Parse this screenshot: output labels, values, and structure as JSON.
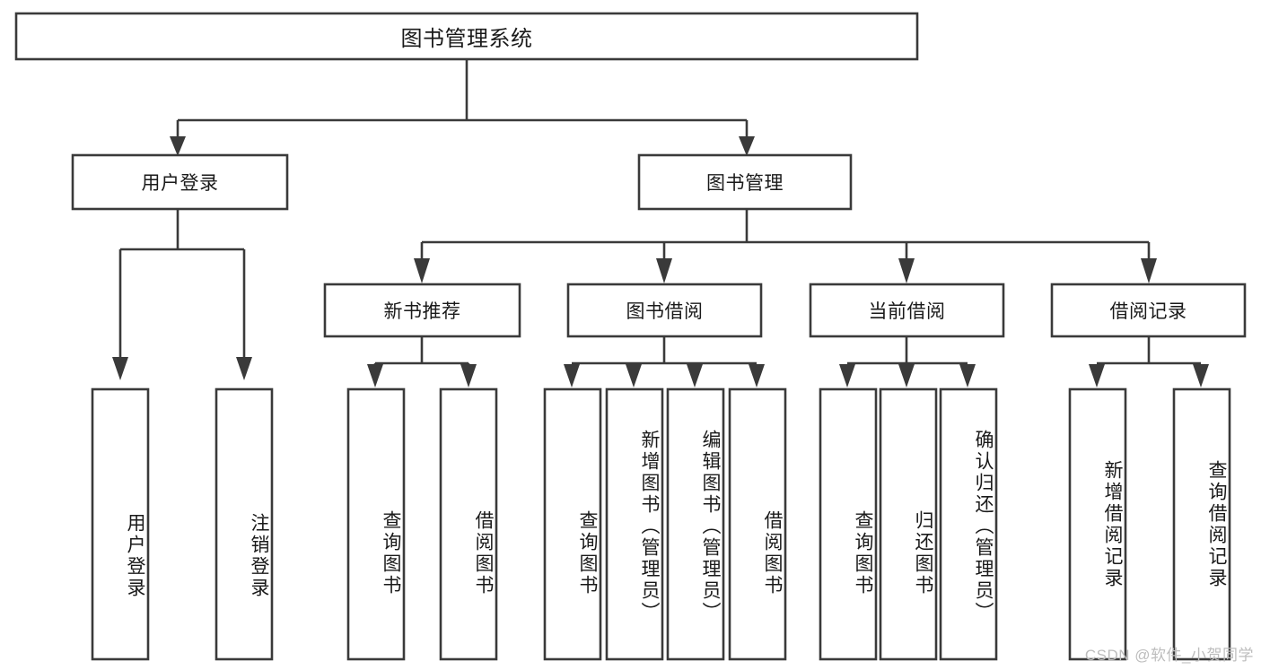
{
  "chart_data": {
    "type": "diagram",
    "diagram_kind": "hierarchy-tree",
    "title": "图书管理系统",
    "orientation": "top-down",
    "levels": 4,
    "nodes": [
      {
        "id": "root",
        "label": "图书管理系统",
        "level": 0,
        "text_direction": "horizontal"
      },
      {
        "id": "login",
        "label": "用户登录",
        "level": 1,
        "text_direction": "horizontal"
      },
      {
        "id": "bookmgmt",
        "label": "图书管理",
        "level": 1,
        "text_direction": "horizontal"
      },
      {
        "id": "newbook",
        "label": "新书推荐",
        "level": 2,
        "text_direction": "horizontal"
      },
      {
        "id": "borrow",
        "label": "图书借阅",
        "level": 2,
        "text_direction": "horizontal"
      },
      {
        "id": "current",
        "label": "当前借阅",
        "level": 2,
        "text_direction": "horizontal"
      },
      {
        "id": "records",
        "label": "借阅记录",
        "level": 2,
        "text_direction": "horizontal"
      },
      {
        "id": "leaf1",
        "label": "用户登录",
        "level": 3,
        "text_direction": "vertical"
      },
      {
        "id": "leaf2",
        "label": "注销登录",
        "level": 3,
        "text_direction": "vertical"
      },
      {
        "id": "leaf3",
        "label": "查询图书",
        "level": 3,
        "text_direction": "vertical"
      },
      {
        "id": "leaf4",
        "label": "借阅图书",
        "level": 3,
        "text_direction": "vertical"
      },
      {
        "id": "leaf5",
        "label": "查询图书",
        "level": 3,
        "text_direction": "vertical"
      },
      {
        "id": "leaf6",
        "label": "新增图书（管理员）",
        "level": 3,
        "text_direction": "vertical"
      },
      {
        "id": "leaf7",
        "label": "编辑图书（管理员）",
        "level": 3,
        "text_direction": "vertical"
      },
      {
        "id": "leaf8",
        "label": "借阅图书",
        "level": 3,
        "text_direction": "vertical"
      },
      {
        "id": "leaf9",
        "label": "查询图书",
        "level": 3,
        "text_direction": "vertical"
      },
      {
        "id": "leaf10",
        "label": "归还图书",
        "level": 3,
        "text_direction": "vertical"
      },
      {
        "id": "leaf11",
        "label": "确认归还（管理员）",
        "level": 3,
        "text_direction": "vertical"
      },
      {
        "id": "leaf12",
        "label": "新增借阅记录",
        "level": 3,
        "text_direction": "vertical"
      },
      {
        "id": "leaf13",
        "label": "查询借阅记录",
        "level": 3,
        "text_direction": "vertical"
      }
    ],
    "edges": [
      {
        "from": "root",
        "to": "login"
      },
      {
        "from": "root",
        "to": "bookmgmt"
      },
      {
        "from": "login",
        "to": "leaf1"
      },
      {
        "from": "login",
        "to": "leaf2"
      },
      {
        "from": "bookmgmt",
        "to": "newbook"
      },
      {
        "from": "bookmgmt",
        "to": "borrow"
      },
      {
        "from": "bookmgmt",
        "to": "current"
      },
      {
        "from": "bookmgmt",
        "to": "records"
      },
      {
        "from": "newbook",
        "to": "leaf3"
      },
      {
        "from": "newbook",
        "to": "leaf4"
      },
      {
        "from": "borrow",
        "to": "leaf5"
      },
      {
        "from": "borrow",
        "to": "leaf6"
      },
      {
        "from": "borrow",
        "to": "leaf7"
      },
      {
        "from": "borrow",
        "to": "leaf8"
      },
      {
        "from": "current",
        "to": "leaf9"
      },
      {
        "from": "current",
        "to": "leaf10"
      },
      {
        "from": "current",
        "to": "leaf11"
      },
      {
        "from": "records",
        "to": "leaf12"
      },
      {
        "from": "records",
        "to": "leaf13"
      }
    ],
    "colors": {
      "box_fill": "#ffffff",
      "box_stroke": "#3a3a3a",
      "text": "#1a1a1a",
      "background": "#ffffff",
      "watermark": "#bdbdbd"
    }
  },
  "root": {
    "label": "图书管理系统"
  },
  "level1": [
    {
      "label": "用户登录"
    },
    {
      "label": "图书管理"
    }
  ],
  "level2": [
    {
      "label": "新书推荐"
    },
    {
      "label": "图书借阅"
    },
    {
      "label": "当前借阅"
    },
    {
      "label": "借阅记录"
    }
  ],
  "leaves": [
    {
      "label": "用户登录"
    },
    {
      "label": "注销登录"
    },
    {
      "label": "查询图书"
    },
    {
      "label": "借阅图书"
    },
    {
      "label": "查询图书"
    },
    {
      "label": "新增图书（管理员）"
    },
    {
      "label": "编辑图书（管理员）"
    },
    {
      "label": "借阅图书"
    },
    {
      "label": "查询图书"
    },
    {
      "label": "归还图书"
    },
    {
      "label": "确认归还（管理员）"
    },
    {
      "label": "新增借阅记录"
    },
    {
      "label": "查询借阅记录"
    }
  ],
  "watermark": {
    "text": "CSDN @软件_小贺同学"
  }
}
